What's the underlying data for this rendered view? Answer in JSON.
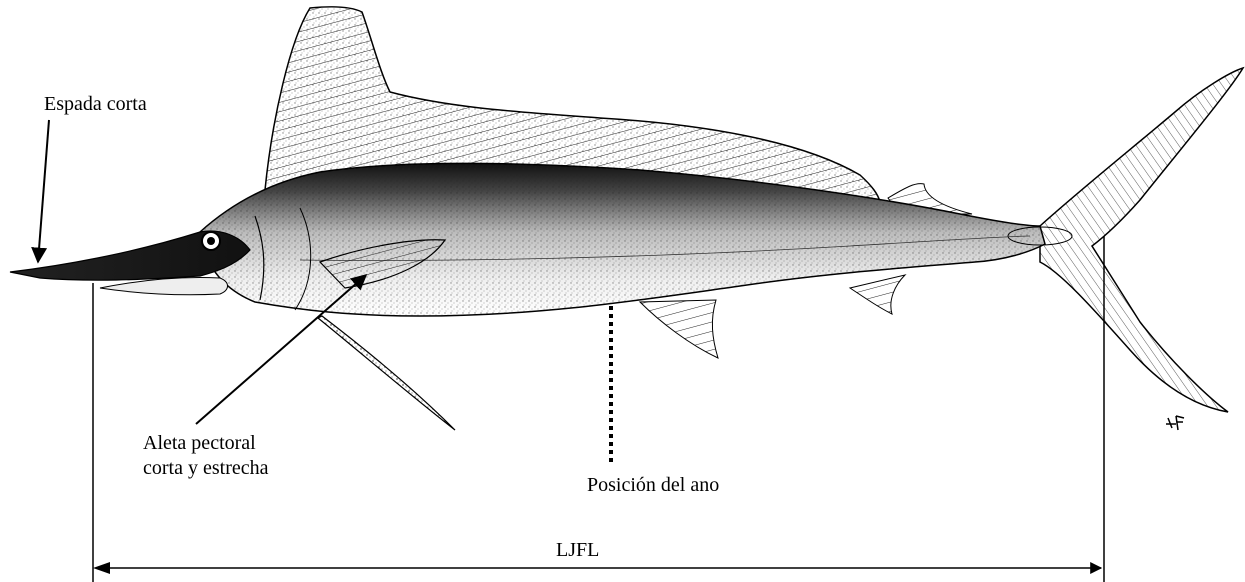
{
  "labels": {
    "bill": "Espada corta",
    "pectoral_line1": "Aleta pectoral",
    "pectoral_line2": "corta y estrecha",
    "anus": "Posición del ano",
    "measure": "LJFL"
  },
  "colors": {
    "ink": "#000000",
    "background": "#ffffff",
    "body_stipple": "#222222"
  }
}
